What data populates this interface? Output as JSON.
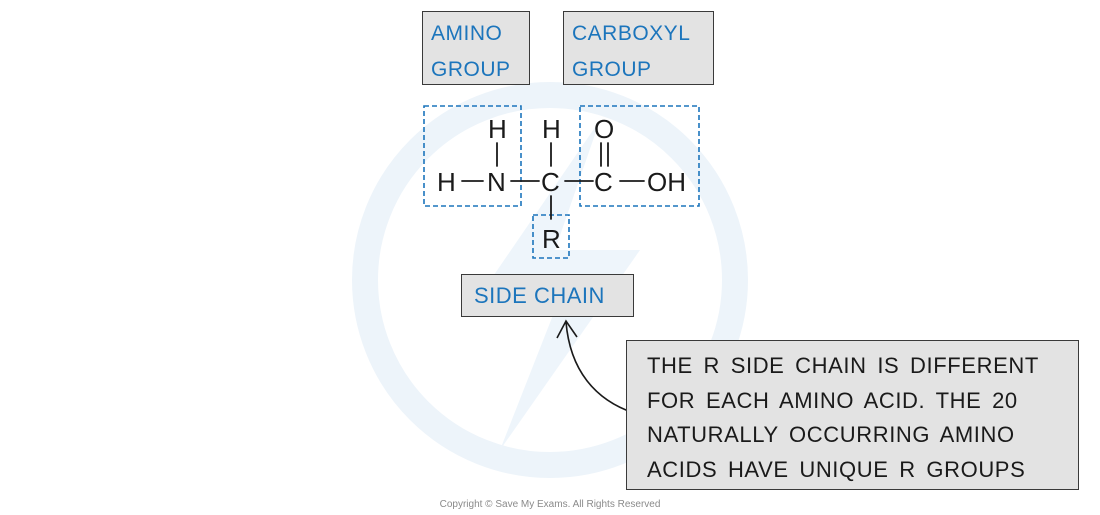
{
  "labels": {
    "amino_group": [
      "AMINO",
      "GROUP"
    ],
    "carboxyl_group": [
      "CARBOXYL",
      "GROUP"
    ],
    "side_chain": "SIDE CHAIN"
  },
  "molecule": {
    "atoms": {
      "h_top_left": "H",
      "h_left": "H",
      "n": "N",
      "h_top_center": "H",
      "c_alpha": "C",
      "r": "R",
      "o_double": "O",
      "c_carboxyl": "C",
      "oh": "OH"
    }
  },
  "note": {
    "lines": [
      "THE R SIDE CHAIN IS DIFFERENT",
      "FOR EACH AMINO ACID. THE 20",
      "NATURALLY OCCURRING AMINO",
      "ACIDS HAVE UNIQUE R GROUPS"
    ]
  },
  "copyright": "Copyright © Save My Exams. All Rights Reserved",
  "colors": {
    "label_text": "#1c75bc",
    "dashed_box": "#1c75bc",
    "box_fill": "#e3e3e3",
    "border": "#3a3a3a",
    "watermark": "#eaf2f9"
  }
}
